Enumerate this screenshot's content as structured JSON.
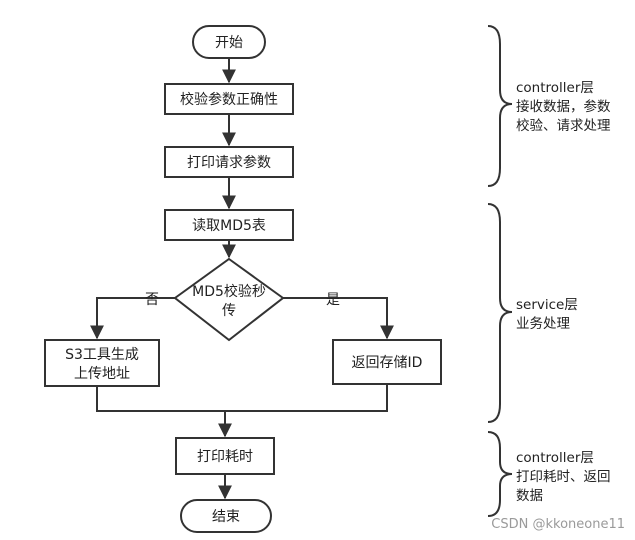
{
  "diagram": {
    "nodes": {
      "start": "开始",
      "validate": "校验参数正确性",
      "print_params": "打印请求参数",
      "read_md5": "读取MD5表",
      "md5_check": [
        "MD5校验秒",
        "传"
      ],
      "s3_generate": [
        "S3工具生成",
        "上传地址"
      ],
      "return_id": "返回存储ID",
      "print_time": "打印耗时",
      "end": "结束"
    },
    "edge_labels": {
      "no": "否",
      "yes": "是"
    },
    "layers": {
      "controller_top": [
        "controller层",
        "接收数据，参数",
        "校验、请求处理"
      ],
      "service": [
        "service层",
        "业务处理"
      ],
      "controller_bottom": [
        "controller层",
        "打印耗时、返回",
        "数据"
      ]
    }
  },
  "watermark": "CSDN @kkoneone11",
  "colors": {
    "stroke": "#333333",
    "text": "#222222",
    "background": "#ffffff"
  }
}
